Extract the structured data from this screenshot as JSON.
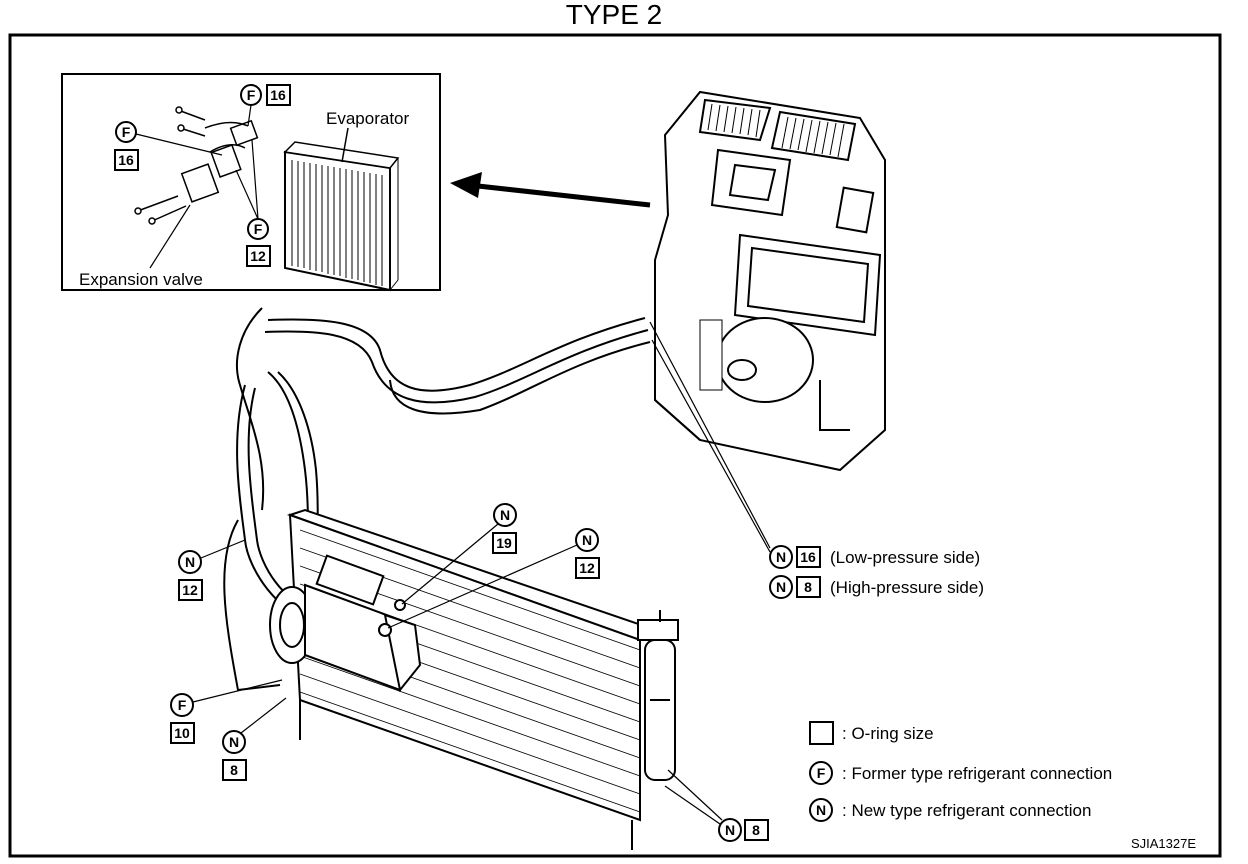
{
  "title": "TYPE 2",
  "inset": {
    "evaporator_label": "Evaporator",
    "expansion_valve_label": "Expansion valve",
    "callouts": [
      {
        "symbol": "F",
        "size": "16"
      },
      {
        "symbol": "F",
        "size": "16"
      },
      {
        "symbol": "F",
        "size": "12"
      }
    ]
  },
  "main_callouts": {
    "left_n": {
      "symbol": "N",
      "size": "12"
    },
    "center_n19": {
      "symbol": "N",
      "size": "19"
    },
    "center_n12": {
      "symbol": "N",
      "size": "12"
    },
    "bottom_f": {
      "symbol": "F",
      "size": "10"
    },
    "bottom_n": {
      "symbol": "N",
      "size": "8"
    },
    "right_n": {
      "symbol": "N",
      "size": "8"
    }
  },
  "pressure_legend": [
    {
      "symbol": "N",
      "size": "16",
      "text": "(Low-pressure side)"
    },
    {
      "symbol": "N",
      "size": "8",
      "text": "(High-pressure side)"
    }
  ],
  "legend": [
    {
      "key": "box",
      "text": ": O-ring size"
    },
    {
      "key": "F",
      "text": ": Former type refrigerant connection"
    },
    {
      "key": "N",
      "text": ": New type refrigerant connection"
    }
  ],
  "figure_code": "SJIA1327E"
}
